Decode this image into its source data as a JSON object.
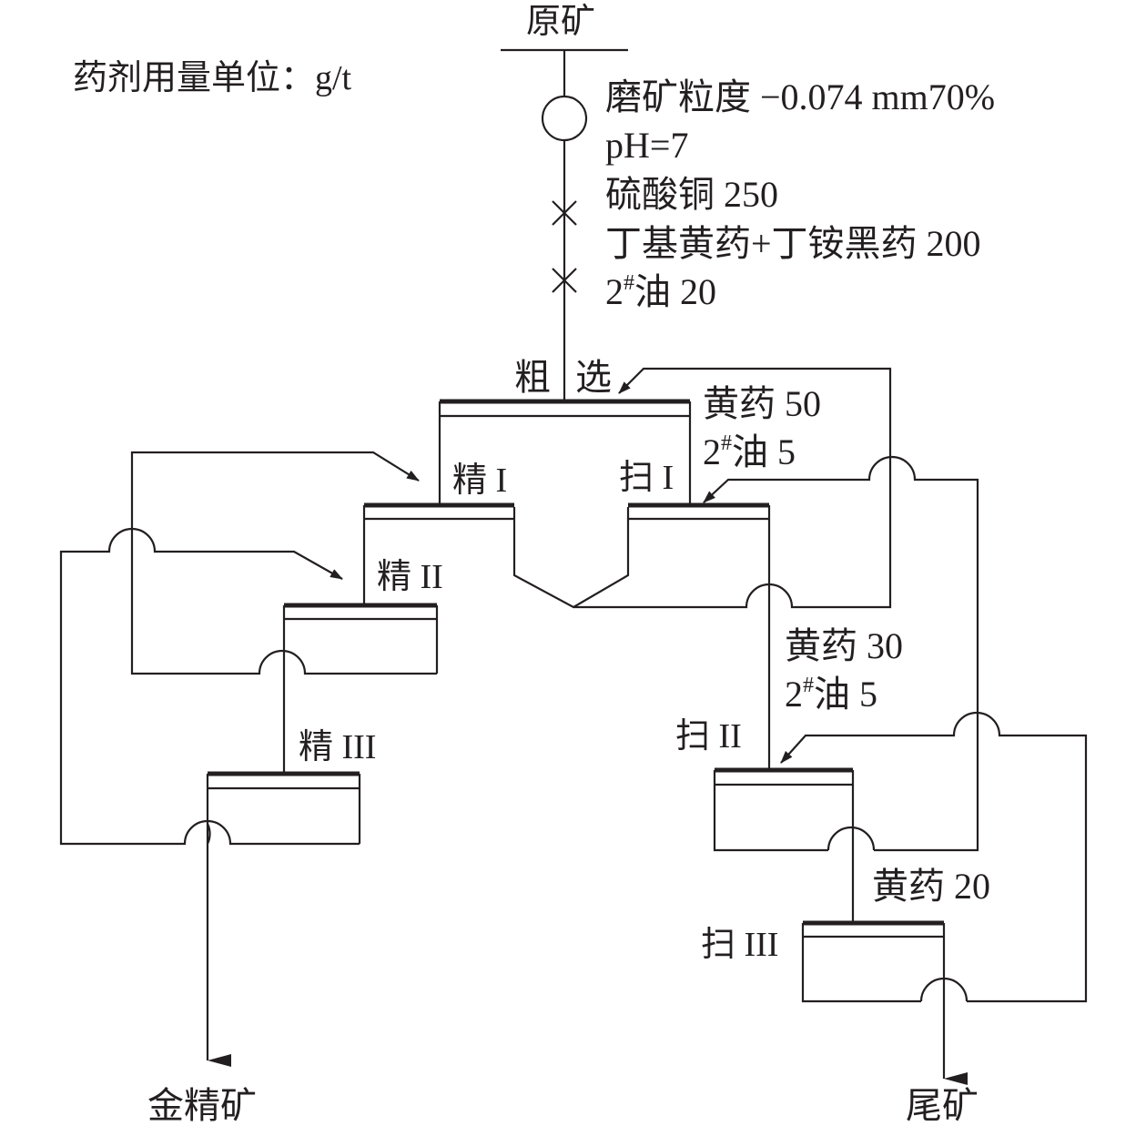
{
  "reagent_unit_note": "药剂用量单位：g/t",
  "feed": {
    "label": "原矿"
  },
  "grinding": {
    "fineness": "磨矿粒度 −0.074 mm70%",
    "ph": "pH=7"
  },
  "roughing": {
    "reagents": {
      "copper_sulfate": "硫酸铜 250",
      "collectors": "丁基黄药+丁铵黑药 200",
      "frother_number": "2",
      "frother_mark": "#",
      "frother_rest": "油 20"
    },
    "label_left": "粗",
    "label_right": "选"
  },
  "scavenging_1": {
    "label": "扫 I",
    "xanthate": "黄药 50",
    "frother_number": "2",
    "frother_mark": "#",
    "frother_rest": "油 5"
  },
  "scavenging_2": {
    "label": "扫 II",
    "xanthate": "黄药 30",
    "frother_number": "2",
    "frother_mark": "#",
    "frother_rest": "油 5"
  },
  "scavenging_3": {
    "label": "扫 III",
    "xanthate": "黄药 20"
  },
  "cleaning_1": {
    "label": "精 I"
  },
  "cleaning_2": {
    "label": "精 II"
  },
  "cleaning_3": {
    "label": "精 III"
  },
  "products": {
    "concentrate": "金精矿",
    "tailings": "尾矿"
  }
}
